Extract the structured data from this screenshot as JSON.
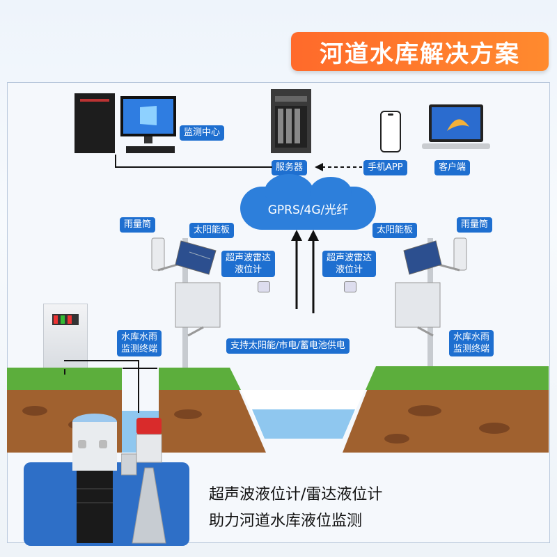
{
  "title": "河道水库解决方案",
  "labels": {
    "monitor_center": "监测中心",
    "server": "服务器",
    "mobile_app": "手机APP",
    "client": "客户端",
    "network": "GPRS/4G/光纤",
    "rain_gauge_left": "雨量筒",
    "rain_gauge_right": "雨量筒",
    "solar_left": "太阳能板",
    "solar_right": "太阳能板",
    "ultrasonic_left_1": "超声波雷达",
    "ultrasonic_left_2": "液位计",
    "ultrasonic_right_1": "超声波雷达",
    "ultrasonic_right_2": "液位计",
    "terminal_left_1": "水库水雨",
    "terminal_left_2": "监测终端",
    "terminal_right_1": "水库水雨",
    "terminal_right_2": "监测终端",
    "power": "支持太阳能/市电/蓄电池供电"
  },
  "bottom_text": {
    "line1": "超声波液位计/雷达液位计",
    "line2": "助力河道水库液位监测"
  },
  "colors": {
    "accent": "#1e6fd0",
    "title_bg": "#ff6a2b",
    "water": "#8fc7ef",
    "grass": "#5cae3c",
    "soil": "#9a5b2e"
  }
}
